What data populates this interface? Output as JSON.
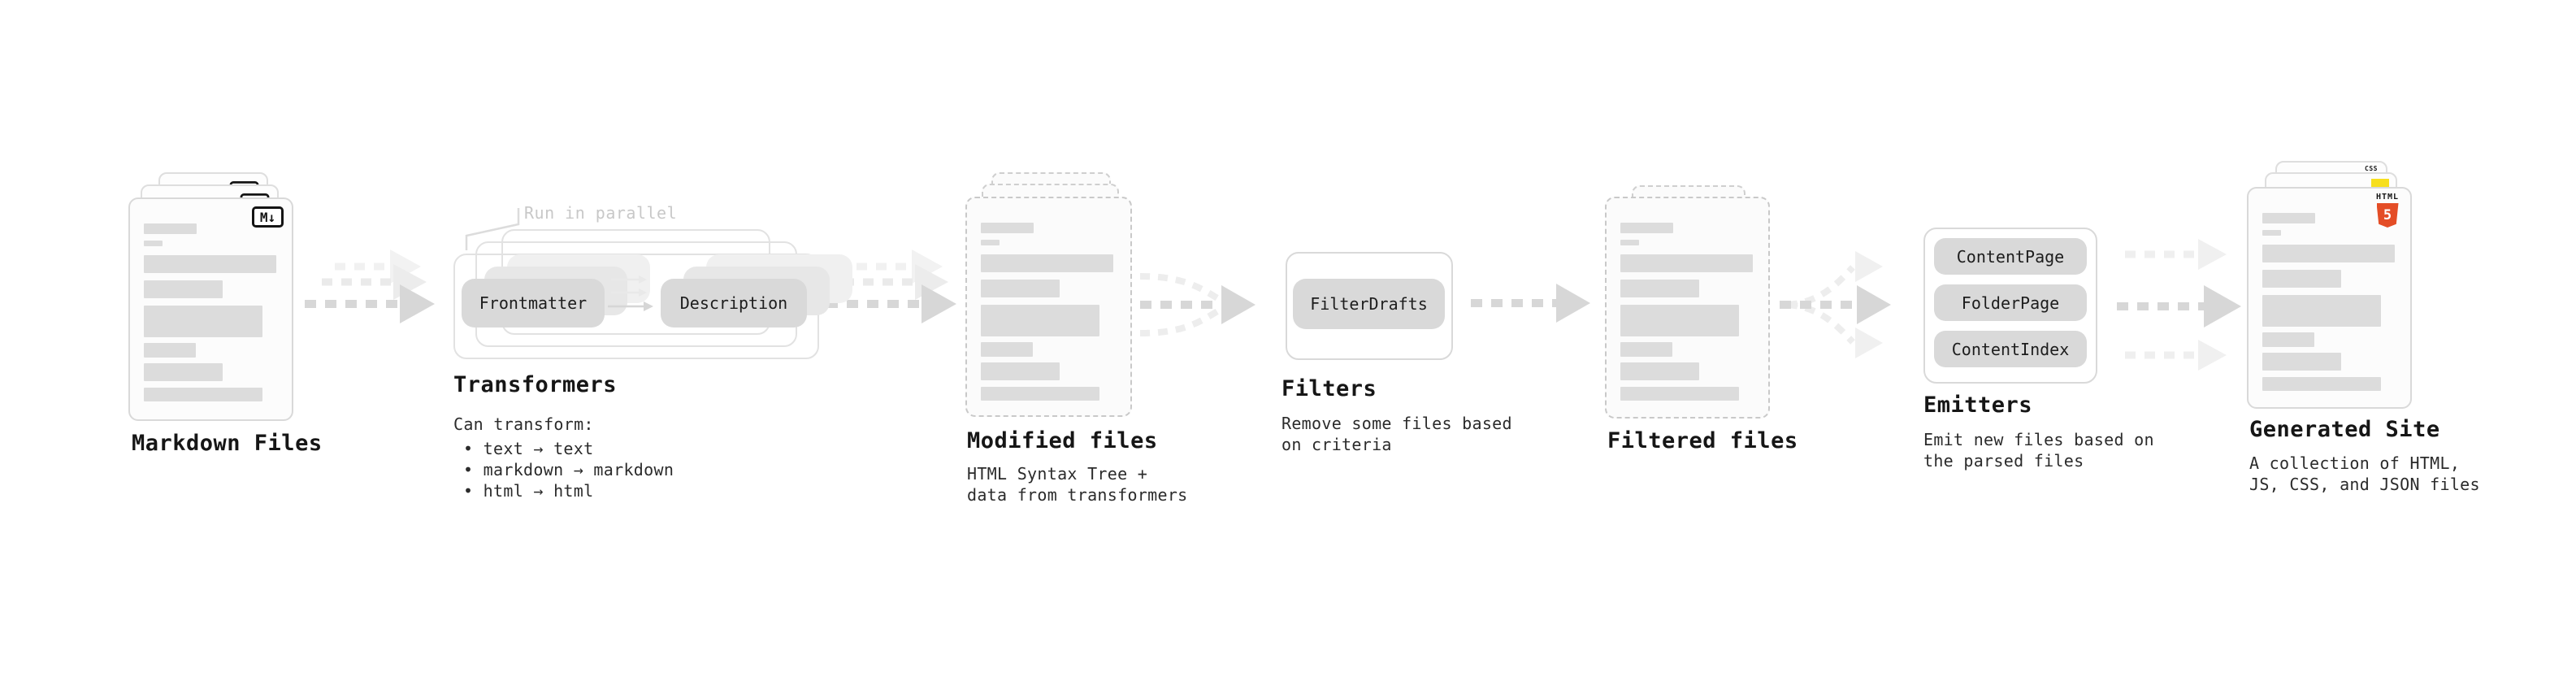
{
  "nodes": {
    "markdown": {
      "label": "Markdown Files",
      "icon": "M↓"
    },
    "transformers": {
      "label": "Transformers",
      "annotation": "Run in parallel",
      "pill_left": "Frontmatter",
      "pill_right": "Description",
      "desc_title": "Can transform:",
      "desc_items": [
        "• text → text",
        "• markdown → markdown",
        "• html → html"
      ]
    },
    "modified": {
      "label": "Modified files",
      "desc_lines": [
        "HTML Syntax Tree +",
        "data from transformers"
      ]
    },
    "filters": {
      "label": "Filters",
      "pill": "FilterDrafts",
      "desc_lines": [
        "Remove some files based",
        "on criteria"
      ]
    },
    "filtered": {
      "label": "Filtered files"
    },
    "emitters": {
      "label": "Emitters",
      "pills": [
        "ContentPage",
        "FolderPage",
        "ContentIndex"
      ],
      "desc_lines": [
        "Emit new files based on",
        "the parsed files"
      ]
    },
    "generated": {
      "label": "Generated Site",
      "desc_lines": [
        "A collection of HTML,",
        "JS, CSS, and JSON files"
      ],
      "html5_badge_top": "HTML",
      "html5_badge_num": "5",
      "css_badge": "CSS"
    }
  },
  "colors": {
    "html5_orange": "#e44d26",
    "js_yellow": "#f7df1e",
    "css_blue": "#2965f1",
    "arrow_main": "#d7d7d7",
    "arrow_ghost": "#eeeeee"
  }
}
